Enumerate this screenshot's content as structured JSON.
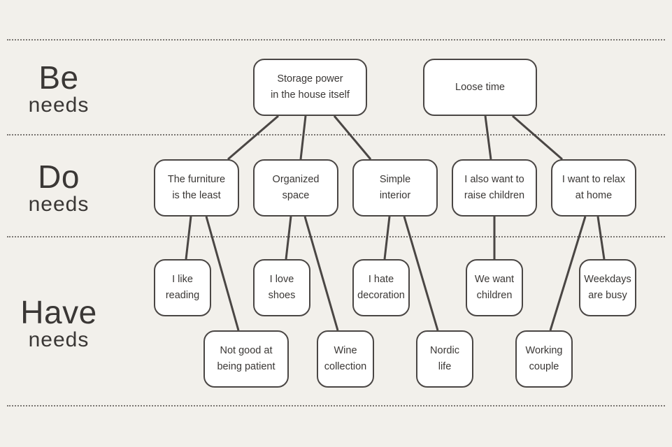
{
  "levels": [
    {
      "id": "be",
      "big": "Be",
      "small": "needs"
    },
    {
      "id": "do",
      "big": "Do",
      "small": "needs"
    },
    {
      "id": "have",
      "big": "Have",
      "small": "needs"
    }
  ],
  "nodes": [
    {
      "id": "storage-power",
      "text": "Storage power\nin the house itself"
    },
    {
      "id": "loose-time",
      "text": "Loose time"
    },
    {
      "id": "furniture-least",
      "text": "The furniture\nis the least"
    },
    {
      "id": "organized-space",
      "text": "Organized\nspace"
    },
    {
      "id": "simple-interior",
      "text": "Simple\ninterior"
    },
    {
      "id": "raise-children",
      "text": "I also want to\nraise children"
    },
    {
      "id": "relax-home",
      "text": "I want to relax\nat home"
    },
    {
      "id": "like-reading",
      "text": "I like\nreading"
    },
    {
      "id": "not-patient",
      "text": "Not good at\nbeing patient"
    },
    {
      "id": "love-shoes",
      "text": "I love\nshoes"
    },
    {
      "id": "wine-collection",
      "text": "Wine\ncollection"
    },
    {
      "id": "hate-decoration",
      "text": "I hate\ndecoration"
    },
    {
      "id": "nordic-life",
      "text": "Nordic\nlife"
    },
    {
      "id": "want-children",
      "text": "We want\nchildren"
    },
    {
      "id": "working-couple",
      "text": "Working\ncouple"
    },
    {
      "id": "weekdays-busy",
      "text": "Weekdays\nare busy"
    }
  ],
  "edges": [
    [
      "storage-power",
      "furniture-least"
    ],
    [
      "storage-power",
      "organized-space"
    ],
    [
      "storage-power",
      "simple-interior"
    ],
    [
      "loose-time",
      "raise-children"
    ],
    [
      "loose-time",
      "relax-home"
    ],
    [
      "furniture-least",
      "like-reading"
    ],
    [
      "furniture-least",
      "not-patient"
    ],
    [
      "organized-space",
      "love-shoes"
    ],
    [
      "organized-space",
      "wine-collection"
    ],
    [
      "simple-interior",
      "hate-decoration"
    ],
    [
      "simple-interior",
      "nordic-life"
    ],
    [
      "raise-children",
      "want-children"
    ],
    [
      "relax-home",
      "working-couple"
    ],
    [
      "relax-home",
      "weekdays-busy"
    ]
  ],
  "colors": {
    "background": "#f2f0eb",
    "stroke": "#4a4644",
    "node_fill": "#ffffff",
    "text": "#3a3735"
  }
}
